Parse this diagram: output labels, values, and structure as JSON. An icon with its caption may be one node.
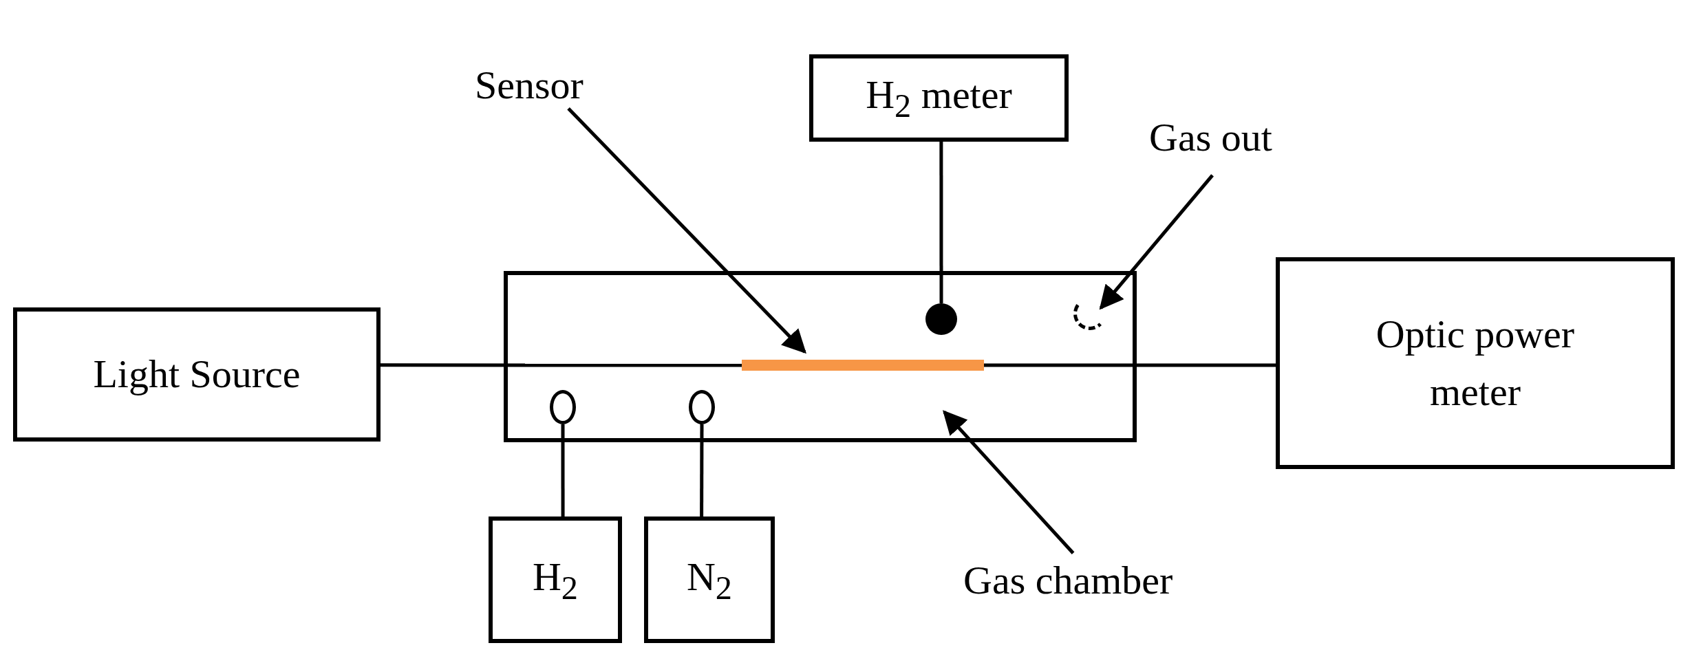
{
  "diagram": {
    "nodes": [
      {
        "text": [
          "Light Source"
        ]
      },
      {
        "text": [],
        "shape": "box"
      },
      {
        "text": [
          "Optic power meter"
        ]
      },
      {
        "text": [
          "H$_{2}$ meter"
        ]
      },
      {
        "text": [
          "H$_{2}$"
        ]
      },
      {
        "text": [
          "N$_{2}$"
        ]
      },
      {
        "text": [],
        "shape": "bar",
        "in": 1
      },
      {
        "text": [],
        "shape": "circle",
        "in": 1
      },
      {
        "text": [],
        "shape": "circle",
        "in": 1
      },
      {
        "text": [],
        "shape": "circle",
        "in": 1
      },
      {
        "text": [],
        "shape": "circle",
        "in": 1
      },
      {
        "text": [
          "Sensor"
        ]
      },
      {
        "text": [
          "Gas out"
        ]
      },
      {
        "text": [
          "Gas chamber"
        ]
      }
    ],
    "edges": [
      {
        "from": 0,
        "to": 6,
        "arrow": "none"
      },
      {
        "from": 6,
        "to": 2,
        "arrow": "none"
      },
      {
        "from": 3,
        "to": 7,
        "arrow": "none"
      },
      {
        "from": 4,
        "to": 8,
        "arrow": "none"
      },
      {
        "from": 5,
        "to": 9,
        "arrow": "none"
      },
      {
        "from": 11,
        "to": 6,
        "arrow": "to"
      },
      {
        "from": 12,
        "to": 10,
        "arrow": "to"
      },
      {
        "from": 13,
        "to": 1,
        "arrow": "to"
      }
    ]
  }
}
